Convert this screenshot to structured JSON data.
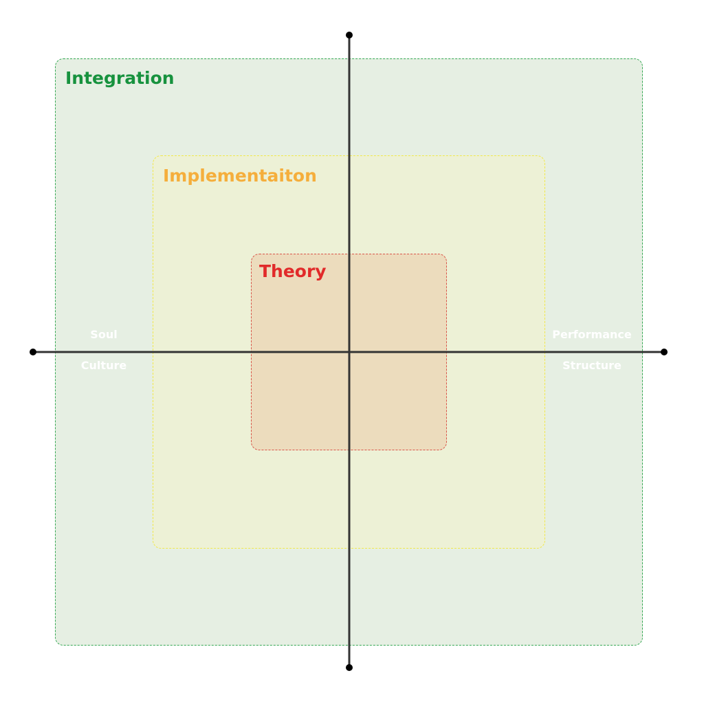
{
  "zones": {
    "integration": {
      "title": "Integration",
      "color": "#17923e"
    },
    "implementation": {
      "title": "Implementaiton",
      "color": "#f5ae3c"
    },
    "theory": {
      "title": "Theory",
      "color": "#e12a2a"
    }
  },
  "axis_labels": {
    "left_top": "Soul",
    "left_bottom": "Culture",
    "right_top": "Performance",
    "right_bottom": "Structure"
  },
  "colors": {
    "axis": "#333333",
    "label_text": "#ffffff"
  }
}
